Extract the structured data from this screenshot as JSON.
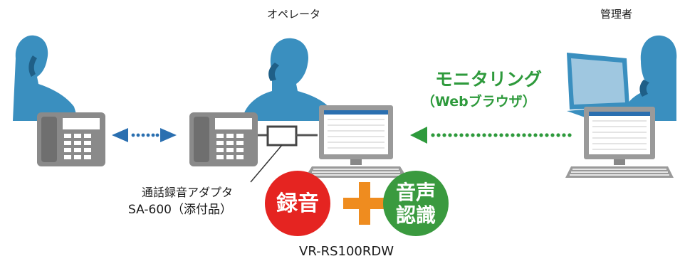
{
  "labels": {
    "operator": "オペレータ",
    "admin": "管理者",
    "adapter_line1": "通話録音アダプタ",
    "adapter_line2": "SA-600（添付品）",
    "product": "VR-RS100RDW"
  },
  "monitoring": {
    "title": "モニタリング",
    "subtitle": "（Webブラウザ）"
  },
  "badges": {
    "recording": "録音",
    "voice_line1": "音声",
    "voice_line2": "認識",
    "plus": "+"
  },
  "colors": {
    "person": "#3a8fbf",
    "phone": "#8a8a8a",
    "monitor": "#9a9a9a",
    "blue_arrow": "#2a6fb0",
    "green": "#2e9a3c",
    "red_badge": "#e52421",
    "green_badge": "#3a9a3f",
    "plus_orange": "#ef8c1f"
  }
}
